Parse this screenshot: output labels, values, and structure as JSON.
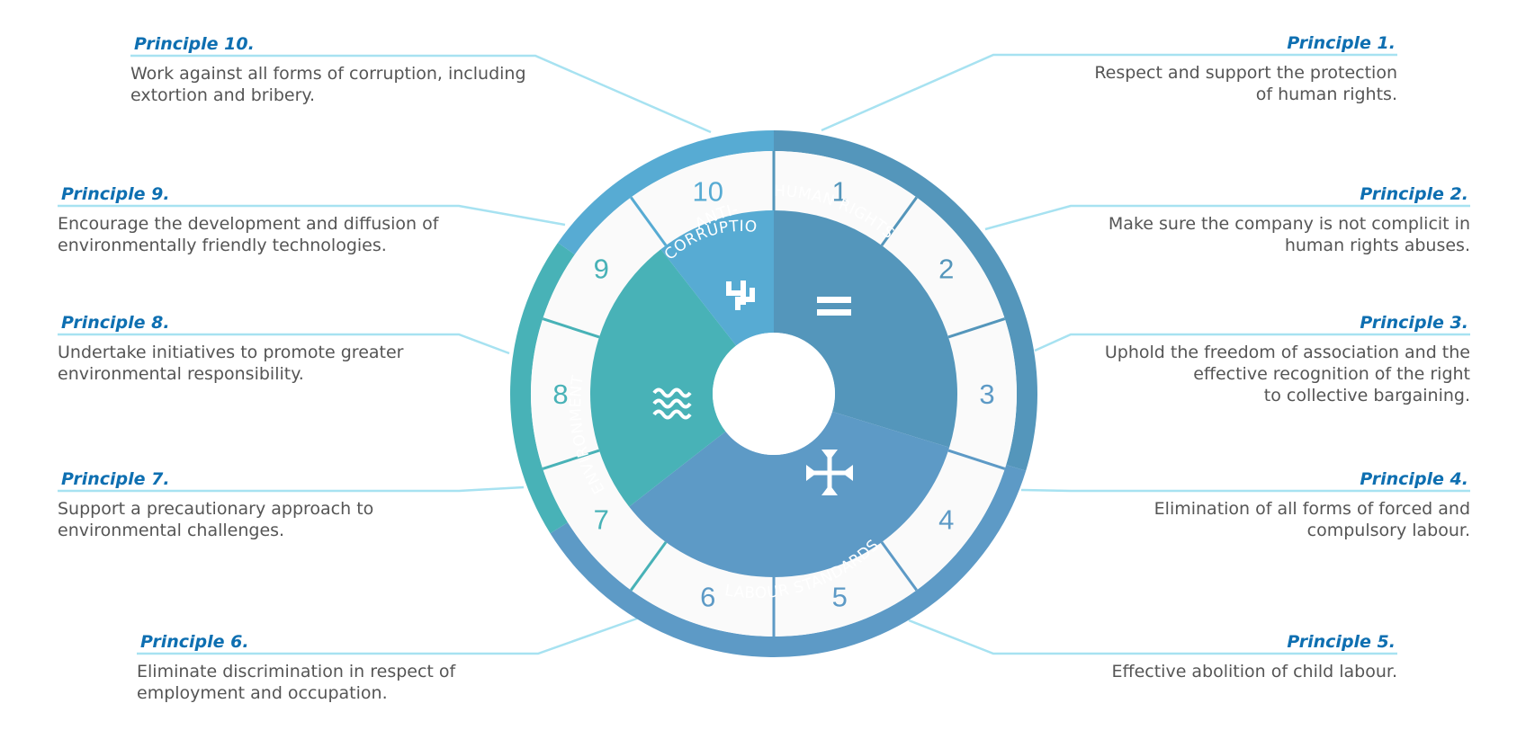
{
  "colors": {
    "human_rights": "#5496bb",
    "labour": "#5d9ac6",
    "environment": "#48b2b7",
    "anti_corruption": "#57abd3",
    "leader_line": "#a7e2f1",
    "principle_title": "#0e6fb1",
    "body_text": "#555555"
  },
  "categories": [
    {
      "key": "human_rights",
      "label": "HUMAN RIGHTS",
      "icon": "equals-icon"
    },
    {
      "key": "labour",
      "label": "LABOUR STANDARDS",
      "icon": "converging-arrows-icon"
    },
    {
      "key": "environment",
      "label": "ENVIRONMENT",
      "icon": "waves-icon"
    },
    {
      "key": "anti_corruption",
      "label_line1": "ANTI-",
      "label_line2": "CORRUPTION",
      "icon": "interlocking-brackets-icon"
    }
  ],
  "numbers": [
    "1",
    "2",
    "3",
    "4",
    "5",
    "6",
    "7",
    "8",
    "9",
    "10"
  ],
  "principles": [
    {
      "title": "Principle 1.",
      "lines": [
        "Respect and support the protection",
        "of human rights."
      ]
    },
    {
      "title": "Principle 2.",
      "lines": [
        "Make sure the company is not complicit in",
        "human rights abuses."
      ]
    },
    {
      "title": "Principle 3.",
      "lines": [
        "Uphold the freedom of association and the",
        "effective recognition of the right",
        "to collective bargaining."
      ]
    },
    {
      "title": "Principle 4.",
      "lines": [
        "Elimination of all forms of forced and",
        "compulsory labour."
      ]
    },
    {
      "title": "Principle 5.",
      "lines": [
        "Effective abolition of child labour."
      ]
    },
    {
      "title": "Principle 6.",
      "lines": [
        "Eliminate discrimination in respect of",
        "employment and occupation."
      ]
    },
    {
      "title": "Principle 7.",
      "lines": [
        "Support a precautionary approach to",
        "environmental challenges."
      ]
    },
    {
      "title": "Principle 8.",
      "lines": [
        "Undertake initiatives to promote greater",
        "environmental responsibility."
      ]
    },
    {
      "title": "Principle 9.",
      "lines": [
        "Encourage the development and diffusion of",
        "environmentally friendly technologies."
      ]
    },
    {
      "title": "Principle 10.",
      "lines": [
        "Work against all forms of corruption, including",
        "extortion and bribery."
      ]
    }
  ]
}
